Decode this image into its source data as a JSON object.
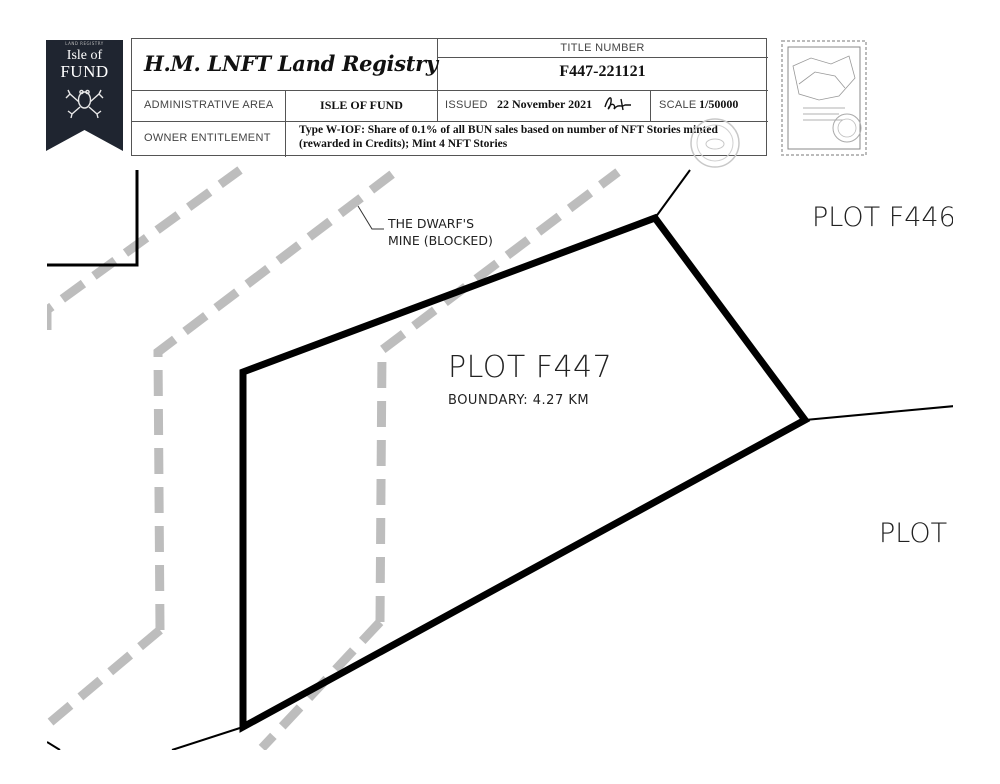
{
  "banner": {
    "small_text": "LAND REGISTRY",
    "line1": "Isle of",
    "line2": "FUND"
  },
  "registry": {
    "title": "H.M. LNFT Land Registry",
    "title_number_label": "TITLE NUMBER",
    "title_number": "F447-221121",
    "administrative_area_label": "ADMINISTRATIVE AREA",
    "administrative_area": "ISLE OF FUND",
    "issued_label": "ISSUED",
    "issued_date": "22 November 2021",
    "scale_label": "SCALE",
    "scale": "1/50000",
    "owner_entitlement_label": "OWNER ENTITLEMENT",
    "owner_entitlement": "Type W-IOF: Share of 0.1% of all BUN sales based on number of NFT Stories minted (rewarded in Credits); Mint 4 NFT Stories"
  },
  "map": {
    "plot_name": "PLOT F447",
    "boundary": "BOUNDARY: 4.27 KM",
    "neighbor_top_right": "PLOT F446",
    "neighbor_right": "PLOT",
    "mine_label": "THE DWARF'S\nMINE (BLOCKED)"
  },
  "colors": {
    "banner": "#1f2530",
    "path_dash": "#bdbdbd",
    "boundary_line": "#000000"
  }
}
